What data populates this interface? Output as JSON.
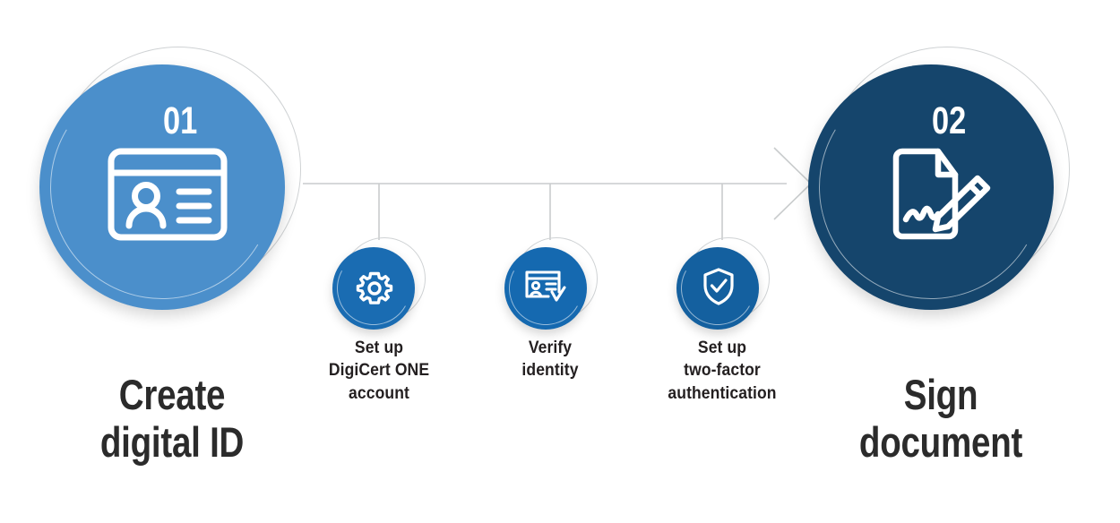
{
  "diagram": {
    "type": "process-flow",
    "title_visible": false,
    "background_color": "#ffffff",
    "direction": "left-to-right"
  },
  "colors": {
    "light_blue": "#4b8fcb",
    "dark_navy": "#15456c",
    "medium_blue": "#1a6cb2",
    "medium_blue_dark": "#14609f",
    "line_gray": "#c9cccd",
    "ring_gray": "#cfd2d4",
    "text_dark": "#2b2b2b",
    "label_dark": "#231f20",
    "icon_white": "#ffffff"
  },
  "milestones": [
    {
      "number": "01",
      "heading_line1": "Create",
      "heading_line2": "digital ID",
      "icon": "id-card-icon",
      "fill": "#4b8fcb"
    },
    {
      "number": "02",
      "heading_line1": "Sign",
      "heading_line2": "document",
      "icon": "document-signature-icon",
      "fill": "#15456c"
    }
  ],
  "steps": [
    {
      "icon": "gear-icon",
      "fill": "#1a6cb2",
      "label_lines": [
        "Set up",
        "DigiCert ONE",
        "account"
      ]
    },
    {
      "icon": "id-card-check-icon",
      "fill": "#1569b0",
      "label_lines": [
        "Verify",
        "identity"
      ]
    },
    {
      "icon": "shield-check-icon",
      "fill": "#14609f",
      "label_lines": [
        "Set up",
        "two-factor",
        "authentication"
      ]
    }
  ],
  "connector": {
    "arrow_icon": "arrow-head-right-icon",
    "stroke_color": "#c9cccd"
  }
}
